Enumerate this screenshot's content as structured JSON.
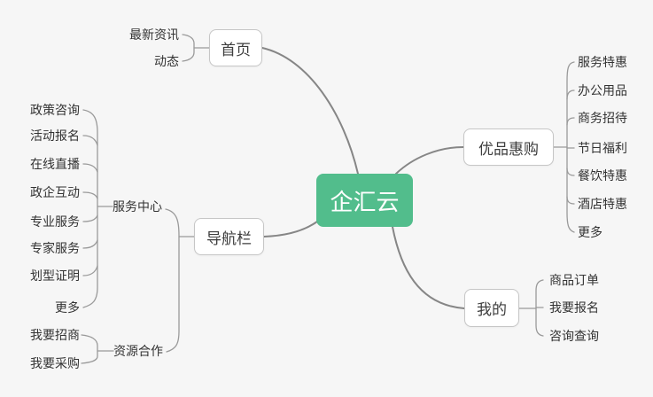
{
  "app": {
    "background_color": "#f6f6f6",
    "root_color": "#52bd8c",
    "root_text_color": "#ffffff",
    "main_line_color": "#868686",
    "sub_line_color": "#9a9a9a",
    "node_border_color": "#c6c6c6",
    "text_color": "#333333"
  },
  "mindmap": {
    "root": {
      "label": "企汇云"
    },
    "branches": [
      {
        "label": "首页",
        "children": [
          {
            "label": "最新资讯"
          },
          {
            "label": "动态"
          }
        ]
      },
      {
        "label": "导航栏",
        "children": [
          {
            "label": "服务中心",
            "children": [
              {
                "label": "政策咨询"
              },
              {
                "label": "活动报名"
              },
              {
                "label": "在线直播"
              },
              {
                "label": "政企互动"
              },
              {
                "label": "专业服务"
              },
              {
                "label": "专家服务"
              },
              {
                "label": "划型证明"
              },
              {
                "label": "更多"
              }
            ]
          },
          {
            "label": "资源合作",
            "children": [
              {
                "label": "我要招商"
              },
              {
                "label": "我要采购"
              }
            ]
          }
        ]
      },
      {
        "label": "优品惠购",
        "children": [
          {
            "label": "服务特惠"
          },
          {
            "label": "办公用品"
          },
          {
            "label": "商务招待"
          },
          {
            "label": "节日福利"
          },
          {
            "label": "餐饮特惠"
          },
          {
            "label": "酒店特惠"
          },
          {
            "label": "更多"
          }
        ]
      },
      {
        "label": "我的",
        "children": [
          {
            "label": "商品订单"
          },
          {
            "label": "我要报名"
          },
          {
            "label": "咨询查询"
          }
        ]
      }
    ]
  }
}
